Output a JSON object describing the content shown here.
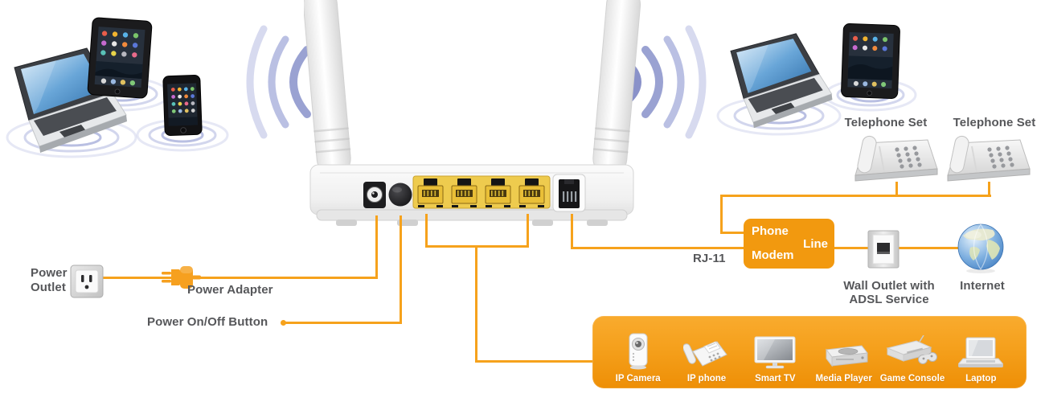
{
  "colors": {
    "cable_orange": "#f6a21c",
    "modem_box_orange": "#f2990f",
    "banner_orange_top": "#f9ab2e",
    "banner_orange_bottom": "#ee8f06",
    "label_gray": "#56575a",
    "wifi_arc_dark": "#8a92c9",
    "wifi_arc_light": "#d7daef",
    "lan_port_yellow": "#eecb4e"
  },
  "labels": {
    "power_outlet": {
      "line1": "Power",
      "line2": "Outlet"
    },
    "power_adapter": "Power Adapter",
    "power_on_off": "Power On/Off Button",
    "rj11": "RJ-11",
    "telephone_set_left": "Telephone Set",
    "telephone_set_right": "Telephone Set",
    "wall_outlet": {
      "line1": "Wall Outlet with",
      "line2": "ADSL Service"
    },
    "internet": "Internet"
  },
  "modem_box": {
    "phone": "Phone",
    "modem": "Modem",
    "line": "Line"
  },
  "banner": {
    "items": [
      {
        "label": "IP Camera",
        "icon": "ip-camera-icon"
      },
      {
        "label": "IP phone",
        "icon": "ip-phone-icon"
      },
      {
        "label": "Smart TV",
        "icon": "smart-tv-icon"
      },
      {
        "label": "Media Player",
        "icon": "media-player-icon"
      },
      {
        "label": "Game Console",
        "icon": "game-console-icon"
      },
      {
        "label": "Laptop",
        "icon": "laptop-icon"
      }
    ]
  },
  "wireless_clients": {
    "left": [
      {
        "name": "laptop",
        "icon": "laptop-icon"
      },
      {
        "name": "tablet",
        "icon": "tablet-icon"
      },
      {
        "name": "smartphone",
        "icon": "smartphone-icon"
      }
    ],
    "right": [
      {
        "name": "laptop",
        "icon": "laptop-icon"
      },
      {
        "name": "tablet",
        "icon": "tablet-icon"
      }
    ]
  },
  "equipment": [
    {
      "name": "power-outlet",
      "icon": "power-outlet-icon"
    },
    {
      "name": "power-adapter-plug",
      "icon": "power-plug-icon"
    },
    {
      "name": "adsl-router-rear",
      "icon": "router-rear-icon"
    },
    {
      "name": "telephone-1",
      "icon": "telephone-icon"
    },
    {
      "name": "telephone-2",
      "icon": "telephone-icon"
    },
    {
      "name": "wall-outlet-adsl",
      "icon": "wall-outlet-icon"
    },
    {
      "name": "internet",
      "icon": "globe-icon"
    }
  ],
  "router_ports": [
    "dc-power-jack",
    "power-button",
    "lan-port-1",
    "lan-port-2",
    "lan-port-3",
    "lan-port-4",
    "rj11-port"
  ]
}
